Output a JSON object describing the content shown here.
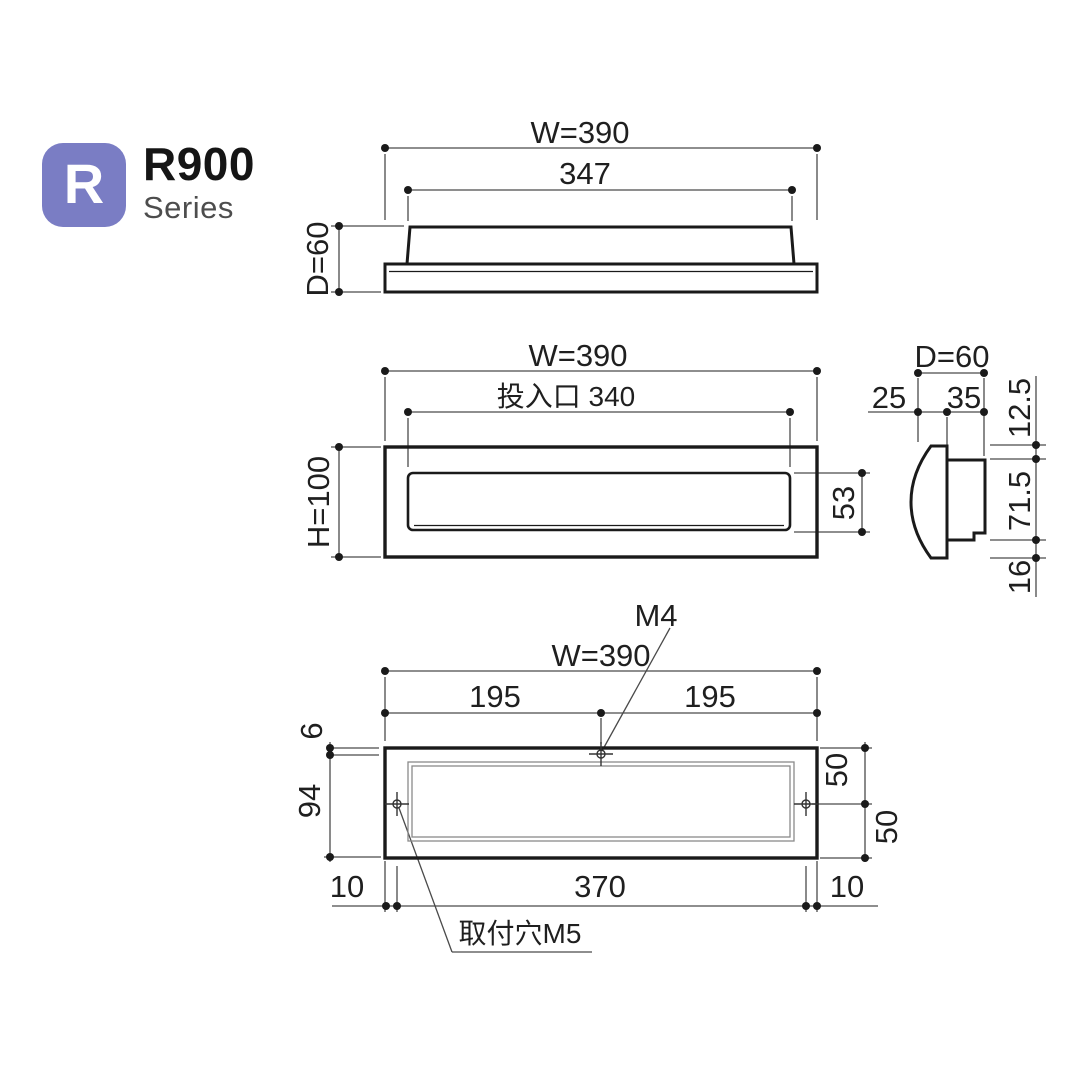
{
  "colors": {
    "accent": "#7a7dc4",
    "line": "#1a1a1a",
    "dim": "#4a4a4a",
    "subtitle": "#4d4d4d",
    "hole": "#333333",
    "inner": "#8a8a8a"
  },
  "logo": {
    "letter": "R",
    "series_code": "R900",
    "series_word": "Series"
  },
  "top_view": {
    "width": "W=390",
    "face_width": "347",
    "depth": "D=60"
  },
  "front_view": {
    "width": "W=390",
    "slot": "投入口 340",
    "height": "H=100",
    "slot_height": "53"
  },
  "side_view": {
    "depth": "D=60",
    "flange_depth": "25",
    "body_depth": "35",
    "top_offset": "12.5",
    "body_height": "71.5",
    "bottom_offset": "16"
  },
  "back_view": {
    "screw": "M4",
    "width": "W=390",
    "left_half": "195",
    "right_half": "195",
    "top_offset": "6",
    "height_below": "94",
    "upper_right": "50",
    "lower_right": "50",
    "edge_left": "10",
    "hole_span": "370",
    "edge_right": "10",
    "mount_hole": "取付穴M5"
  }
}
